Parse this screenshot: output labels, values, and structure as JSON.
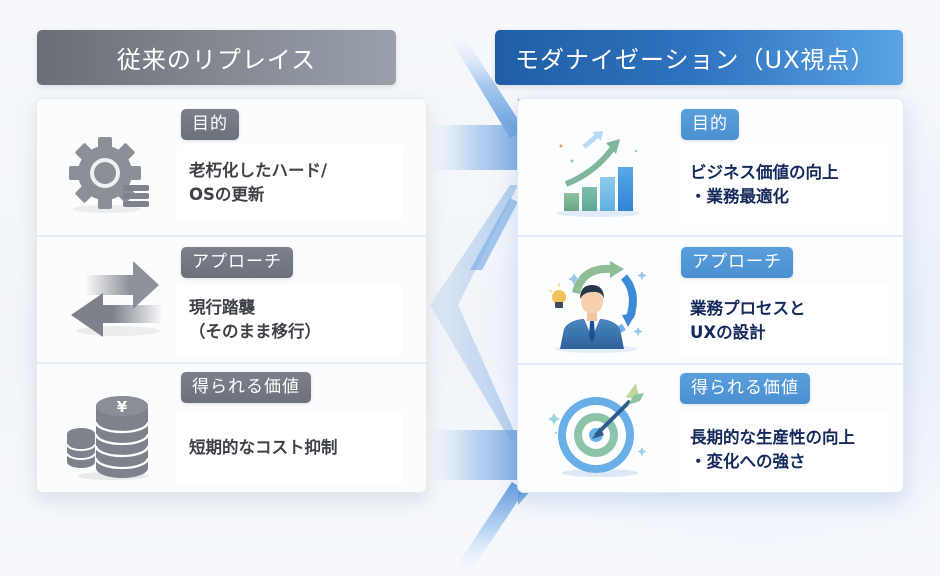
{
  "left_column": {
    "title": "従来のリプレイス",
    "header_color": "#7a7f88",
    "rows": [
      {
        "badge": "目的",
        "icon": "gear-database-icon",
        "lines": [
          "老朽化したハード/",
          "OSの更新"
        ]
      },
      {
        "badge": "アプローチ",
        "icon": "swap-arrows-icon",
        "lines": [
          "現行踏襲",
          "（そのまま移行）"
        ]
      },
      {
        "badge": "得られる価値",
        "icon": "yen-coins-icon",
        "lines": [
          "短期的なコスト抑制"
        ]
      }
    ]
  },
  "right_column": {
    "title": "モダナイゼーション（UX視点）",
    "header_color": "#2f74bf",
    "rows": [
      {
        "badge": "目的",
        "icon": "growth-chart-icon",
        "lines": [
          "ビジネス価値の向上",
          "・業務最適化"
        ]
      },
      {
        "badge": "アプローチ",
        "icon": "person-cycle-icon",
        "lines": [
          "業務プロセスと",
          "UXの設計"
        ]
      },
      {
        "badge": "得られる価値",
        "icon": "target-arrow-icon",
        "lines": [
          "長期的な生産性の向上",
          "・変化への強さ"
        ]
      }
    ]
  },
  "transition": {
    "icon": "transformation-arrows-icon",
    "color": "#3f86d4"
  }
}
